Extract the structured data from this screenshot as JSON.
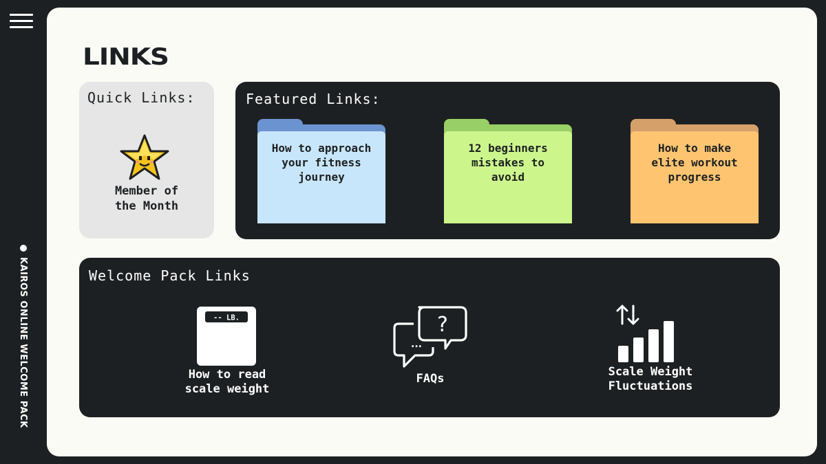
{
  "sidebar": {
    "menu_icon": "hamburger-menu-icon",
    "vertical_label": "KAIROS ONLINE WELCOME PACK"
  },
  "page": {
    "title": "LINKS"
  },
  "quick_links": {
    "heading": "Quick Links:",
    "items": [
      {
        "label": "Member of\nthe Month",
        "icon": "star-icon"
      }
    ]
  },
  "featured_links": {
    "heading": "Featured Links:",
    "folders": [
      {
        "label": "How to approach\nyour fitness\njourney",
        "icon": "folder-icon",
        "color_front": "#c8e6fb",
        "color_back": "#6b93cf"
      },
      {
        "label": "12 beginners\nmistakes to\navoid",
        "icon": "folder-icon",
        "color_front": "#ccf68c",
        "color_back": "#98cf66"
      },
      {
        "label": "How to make\nelite workout\nprogress",
        "icon": "folder-icon",
        "color_front": "#ffc470",
        "color_back": "#d6a06a"
      }
    ]
  },
  "welcome_pack": {
    "heading": "Welcome Pack Links",
    "items": [
      {
        "label": "How to read\nscale weight",
        "icon": "scale-icon",
        "scale_display": "-- LB."
      },
      {
        "label": "FAQs",
        "icon": "chat-question-icon",
        "bubble_mark": "?",
        "bubble_dots": "..."
      },
      {
        "label": "Scale Weight\nFluctuations",
        "icon": "bar-chart-arrows-icon"
      }
    ]
  },
  "colors": {
    "background": "#1d2022",
    "card": "#fbfbf5",
    "quick_panel": "#e6e6e6",
    "dark_panel": "#1d2022"
  }
}
